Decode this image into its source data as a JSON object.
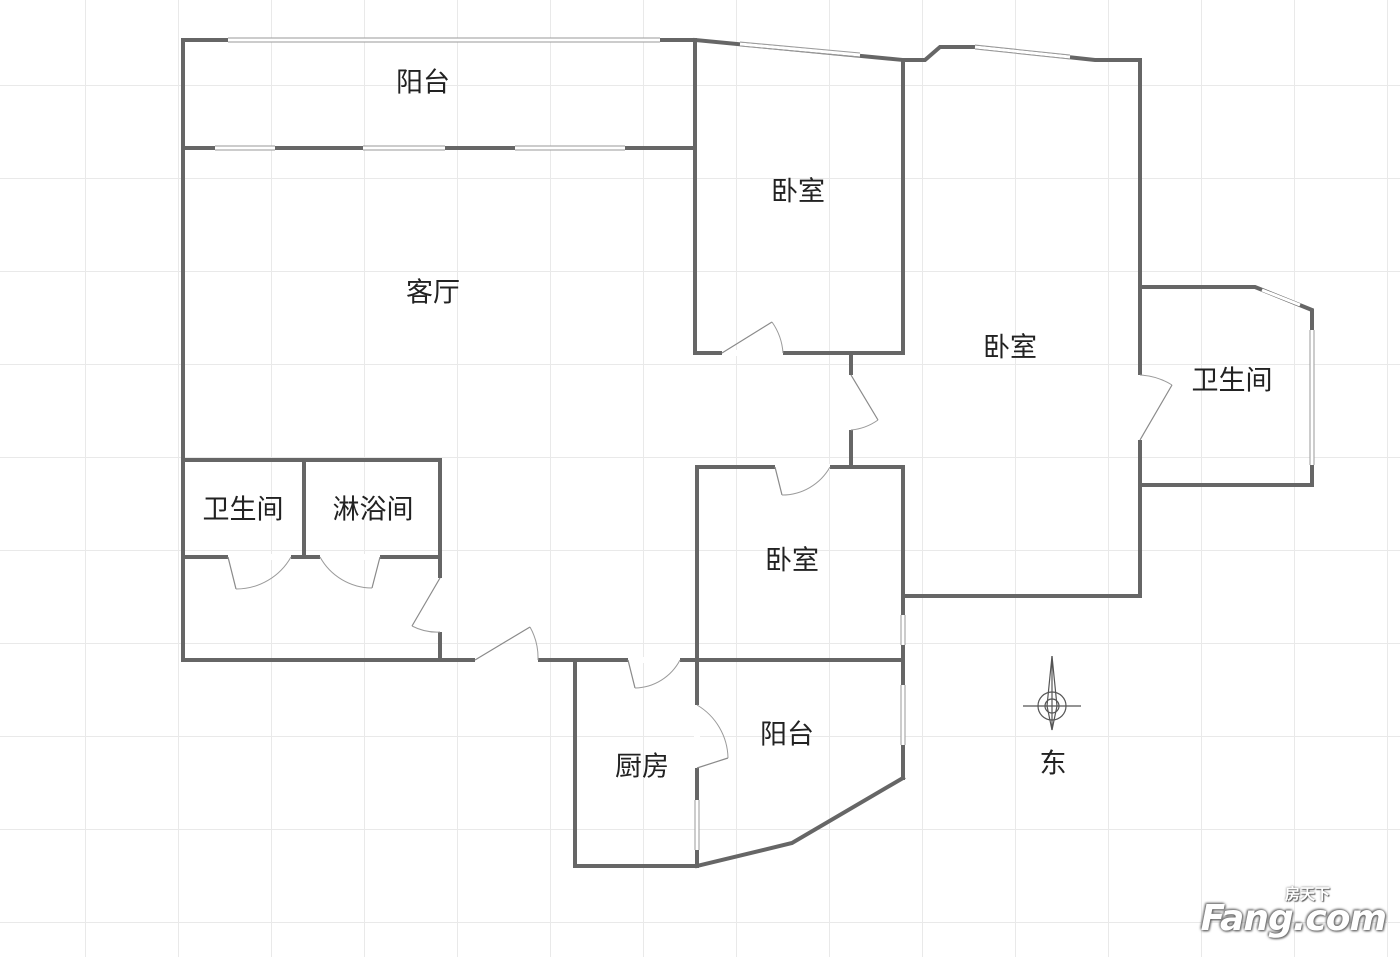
{
  "floorplan": {
    "rooms": {
      "balcony_north": "阳台",
      "living_room": "客厅",
      "bedroom_north": "卧室",
      "bedroom_master": "卧室",
      "bathroom_east": "卫生间",
      "bathroom_west": "卫生间",
      "shower_room": "淋浴间",
      "bedroom_south": "卧室",
      "kitchen": "厨房",
      "balcony_south": "阳台"
    },
    "compass_label": "东"
  },
  "watermark": {
    "main": "Fang.com",
    "sub": "房天下"
  },
  "colors": {
    "wall": "#666666",
    "grid": "#e9e9e9",
    "label": "#222222"
  }
}
